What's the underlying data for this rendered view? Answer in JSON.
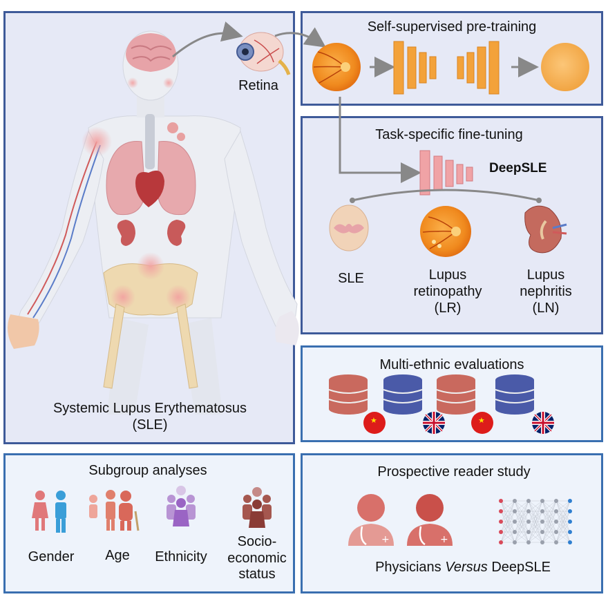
{
  "body_panel": {
    "retina_label": "Retina",
    "caption_line1": "Systemic Lupus Erythematosus",
    "caption_line2": "(SLE)"
  },
  "pretraining": {
    "title": "Self-supervised pre-training"
  },
  "finetuning": {
    "title": "Task-specific fine-tuning",
    "model_name": "DeepSLE",
    "tasks": [
      {
        "line1": "SLE"
      },
      {
        "line1": "Lupus",
        "line2": "retinopathy",
        "line3": "(LR)"
      },
      {
        "line1": "Lupus",
        "line2": "nephritis",
        "line3": "(LN)"
      }
    ]
  },
  "evaluations": {
    "title": "Multi-ethnic evaluations"
  },
  "subgroup": {
    "title": "Subgroup analyses",
    "labels": {
      "gender": "Gender",
      "age": "Age",
      "ethnicity": "Ethnicity",
      "ses_line1": "Socio-",
      "ses_line2": "economic",
      "ses_line3": "status"
    }
  },
  "reader": {
    "title": "Prospective reader study",
    "caption_a": "Physicians",
    "caption_b": "Versus",
    "caption_c": "DeepSLE"
  },
  "colors": {
    "panel_border": "#3e5a99",
    "fundus_orange": "#f08a1e",
    "network_orange": "#f3a23a",
    "network_pink": "#f0a3a6",
    "db_red": "#c9695e",
    "db_blue": "#4a5aa8",
    "physician": "#d8706a"
  },
  "icons": [
    "human-body-icon",
    "eye-icon",
    "fundus-icon",
    "encoder-decoder-icon",
    "kidney-icon",
    "face-icon",
    "database-icon",
    "china-flag-icon",
    "uk-flag-icon",
    "people-icon",
    "physician-icon",
    "neural-network-icon"
  ]
}
